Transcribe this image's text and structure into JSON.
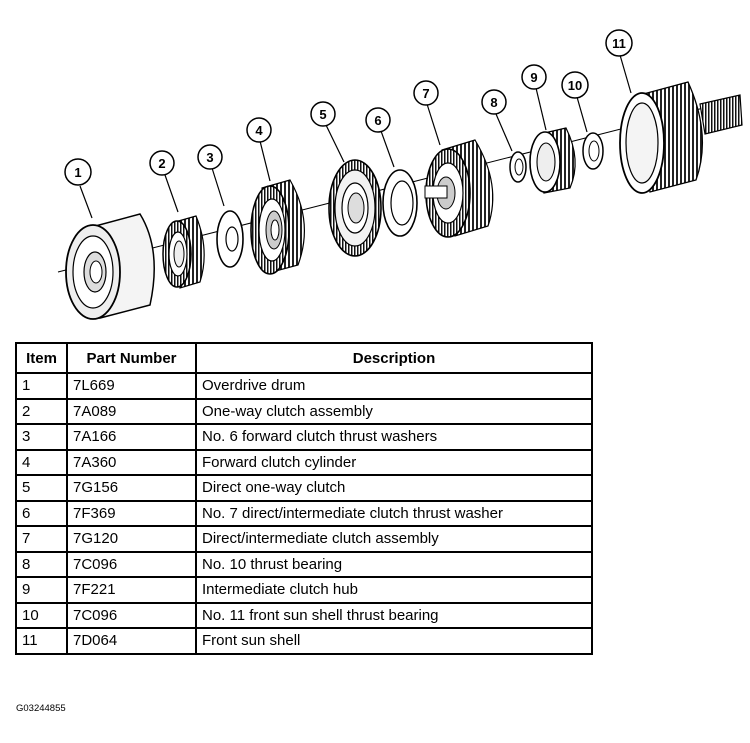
{
  "callouts": [
    "1",
    "2",
    "3",
    "4",
    "5",
    "6",
    "7",
    "8",
    "9",
    "10",
    "11"
  ],
  "table": {
    "headers": [
      "Item",
      "Part Number",
      "Description"
    ],
    "rows": [
      {
        "item": "1",
        "part": "7L669",
        "desc": "Overdrive drum"
      },
      {
        "item": "2",
        "part": "7A089",
        "desc": "One-way clutch assembly"
      },
      {
        "item": "3",
        "part": "7A166",
        "desc": "No. 6 forward clutch thrust washers"
      },
      {
        "item": "4",
        "part": "7A360",
        "desc": "Forward clutch cylinder"
      },
      {
        "item": "5",
        "part": "7G156",
        "desc": "Direct one-way clutch"
      },
      {
        "item": "6",
        "part": "7F369",
        "desc": "No. 7 direct/intermediate clutch thrust washer"
      },
      {
        "item": "7",
        "part": "7G120",
        "desc": "Direct/intermediate clutch assembly"
      },
      {
        "item": "8",
        "part": "7C096",
        "desc": "No. 10 thrust bearing"
      },
      {
        "item": "9",
        "part": "7F221",
        "desc": "Intermediate clutch hub"
      },
      {
        "item": "10",
        "part": "7C096",
        "desc": "No. 11 front sun shell thrust bearing"
      },
      {
        "item": "11",
        "part": "7D064",
        "desc": "Front sun shell"
      }
    ]
  },
  "figure_code": "G03244855"
}
